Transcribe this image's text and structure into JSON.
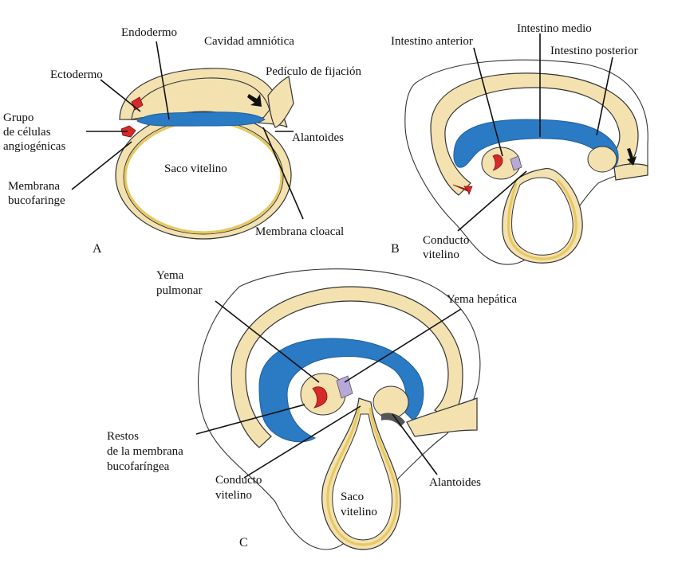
{
  "panels": {
    "a": "A",
    "b": "B",
    "c": "C"
  },
  "labels_a": {
    "endodermo": "Endodermo",
    "cavidad_amniotica": "Cavidad amniótica",
    "ectodermo": "Ectodermo",
    "pediculo": "Pedículo de fijación",
    "grupo_1": "Grupo",
    "grupo_2": "de células",
    "grupo_3": "angiogénicas",
    "alantoides": "Alantoides",
    "saco_vitelino": "Saco vitelino",
    "membrana_1": "Membrana",
    "membrana_2": "bucofaringe",
    "membrana_cloacal": "Membrana cloacal"
  },
  "labels_b": {
    "intestino_anterior": "Intestino anterior",
    "intestino_medio": "Intestino medio",
    "intestino_posterior": "Intestino posterior",
    "conducto_1": "Conducto",
    "conducto_2": "vitelino"
  },
  "labels_c": {
    "yema_pulmonar_1": "Yema",
    "yema_pulmonar_2": "pulmonar",
    "yema_hepatica": "Yema hepática",
    "restos_1": "Restos",
    "restos_2": "de la membrana",
    "restos_3": "bucofaríngea",
    "conducto_1": "Conducto",
    "conducto_2": "vitelino",
    "alantoides": "Alantoides",
    "saco_1": "Saco",
    "saco_2": "vitelino"
  }
}
